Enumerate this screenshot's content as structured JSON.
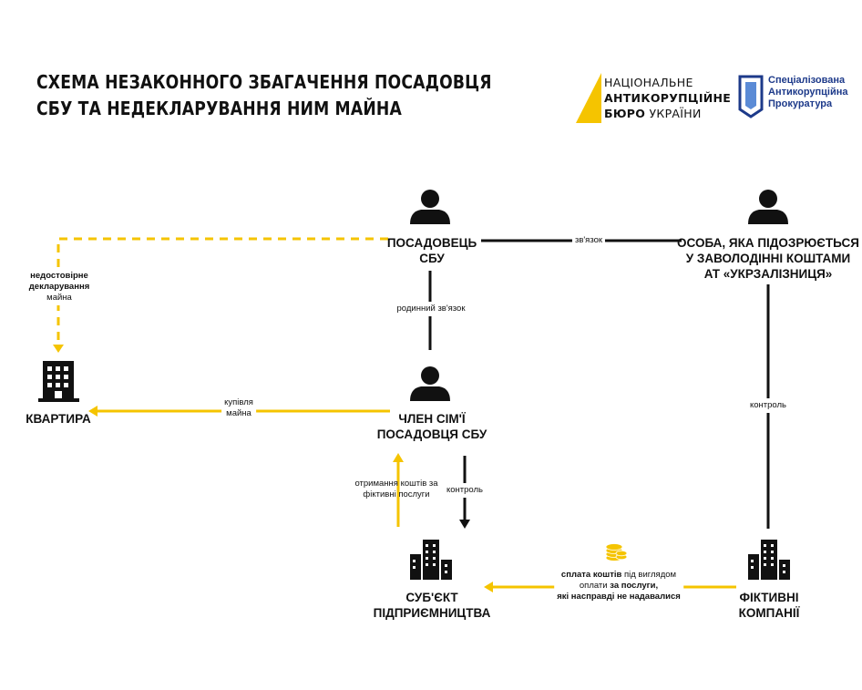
{
  "title": {
    "line1": "СХЕМА НЕЗАКОННОГО ЗБАГАЧЕННЯ ПОСАДОВЦЯ",
    "line2": "СБУ ТА НЕДЕКЛАРУВАННЯ НИМ МАЙНА"
  },
  "logos": {
    "nabu": {
      "line1": "НАЦІОНАЛЬНЕ",
      "line2": "АНТИКОРУПЦІЙНЕ",
      "line3_bold": "БЮРО",
      "line3_regular": " УКРАЇНИ",
      "color": "#f5c400"
    },
    "sap": {
      "line1": "Спеціалізована",
      "line2": "Антикорупційна",
      "line3": "Прокуратура",
      "color": "#1d3a8a"
    }
  },
  "nodes": {
    "official": {
      "line1": "ПОСАДОВЕЦЬ",
      "line2": "СБУ",
      "icon": "person-icon"
    },
    "suspect": {
      "line1": "ОСОБА, ЯКА ПІДОЗРЮЄТЬСЯ",
      "line2": "У ЗАВОЛОДІННІ КОШТАМИ",
      "line3": "АТ «УКРЗАЛІЗНИЦЯ»",
      "icon": "person-icon"
    },
    "family": {
      "line1": "ЧЛЕН СІМ'Ї",
      "line2": "ПОСАДОВЦЯ СБУ",
      "icon": "person-icon"
    },
    "apartment": {
      "line1": "КВАРТИРА",
      "icon": "building-icon"
    },
    "entity": {
      "line1": "СУБ'ЄКТ",
      "line2": "ПІДПРИЄМНИЦТВА",
      "icon": "skyscrapers-icon"
    },
    "fictitious": {
      "line1": "ФІКТИВНІ",
      "line2": "КОМПАНІЇ",
      "icon": "skyscrapers-icon"
    }
  },
  "edges": {
    "link": "зв'язок",
    "family_link": "родинний зв'язок",
    "false_declaration": {
      "line1": "недостовірне",
      "line2": "декларування",
      "line3": "майна"
    },
    "purchase": {
      "line1": "купівля",
      "line2": "майна"
    },
    "control_suspect": "контроль",
    "control_family": "контроль",
    "receiving_funds": {
      "line1": "отримання коштів за",
      "line2": "фіктивні послуги"
    },
    "payment": {
      "line1_bold": "сплата коштів",
      "line1_regular": " під виглядом",
      "line2_regular": "оплати ",
      "line2_bold": "за послуги,",
      "line3_bold": "які насправді не надавалися"
    }
  },
  "colors": {
    "accent": "#f5c400",
    "line": "#111111"
  }
}
